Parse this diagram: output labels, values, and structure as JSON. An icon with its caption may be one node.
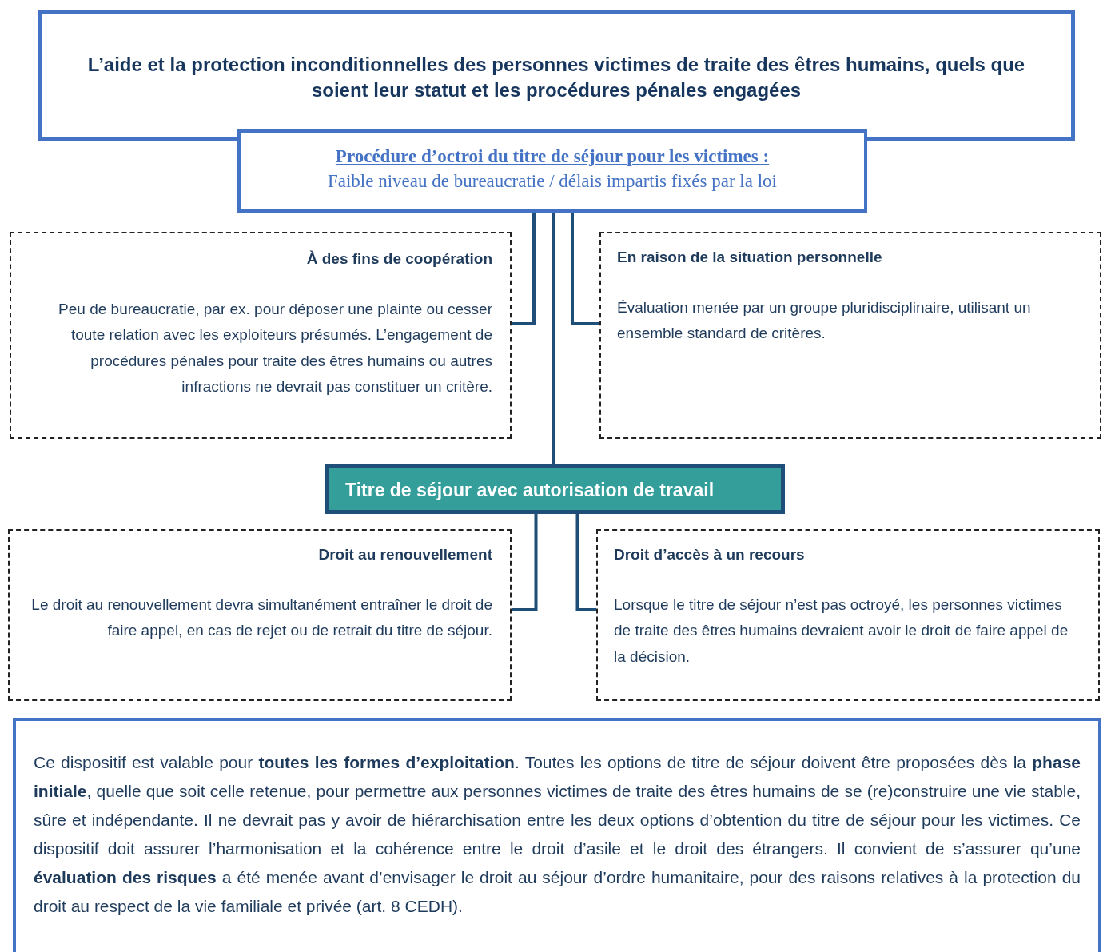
{
  "diagram": {
    "nodes": [
      {
        "text": [
          "L’aide et la protection inconditionnelles des personnes victimes de traite des êtres humains, quels que soient leur statut et les procédures pénales engagées"
        ]
      },
      {
        "text": [
          "Procédure d’octroi du titre de séjour pour les victimes :",
          "Faible niveau de bureaucratie / délais impartis fixés par la loi"
        ]
      },
      {
        "text": [
          "À des fins de coopération",
          "Peu de bureaucratie, par ex. pour déposer une plainte ou cesser toute relation avec les exploiteurs présumés. L’engagement de procédures pénales pour traite des êtres humains ou autres infractions ne devrait pas constituer un critère."
        ]
      },
      {
        "text": [
          "En raison de la situation personnelle",
          "Évaluation menée par un groupe pluridisciplinaire, utilisant un ensemble standard de critères."
        ]
      },
      {
        "text": [
          "Titre de séjour avec autorisation de travail"
        ]
      },
      {
        "text": [
          "Droit au renouvellement",
          "Le droit au renouvellement devra simultanément entraîner le droit de faire appel, en cas de rejet ou de retrait du titre de séjour."
        ]
      },
      {
        "text": [
          "Droit d’accès à un recours",
          "Lorsque le titre de séjour n’est pas octroyé, les personnes victimes de traite des êtres humains devraient avoir le droit de faire appel de la décision."
        ]
      },
      {
        "text": [
          "Ce dispositif est valable pour **toutes les formes d’exploitation**. Toutes les options de titre de séjour doivent être proposées dès la **phase initiale**, quelle que soit celle retenue, pour permettre aux personnes victimes de traite des êtres humains de se (re)construire une vie stable, sûre et indépendante. Il ne devrait pas y avoir de hiérarchisation entre les deux options d’obtention du titre de séjour pour les victimes. Ce dispositif doit assurer l’harmonisation et la cohérence entre le droit d’asile et le droit des étrangers. Il convient de s’assurer qu’une **évaluation des risques** a été menée avant d’envisager le droit au séjour d’ordre humanitaire, pour des raisons relatives à la protection du droit au respect de la vie familiale et privée (art. 8 CEDH)."
        ]
      }
    ],
    "edges": [
      {
        "from": 1,
        "to": 2,
        "arrow": "none"
      },
      {
        "from": 1,
        "to": 3,
        "arrow": "none"
      },
      {
        "from": 1,
        "to": 4,
        "arrow": "none"
      },
      {
        "from": 4,
        "to": 5,
        "arrow": "none"
      },
      {
        "from": 4,
        "to": 6,
        "arrow": "none"
      }
    ]
  }
}
